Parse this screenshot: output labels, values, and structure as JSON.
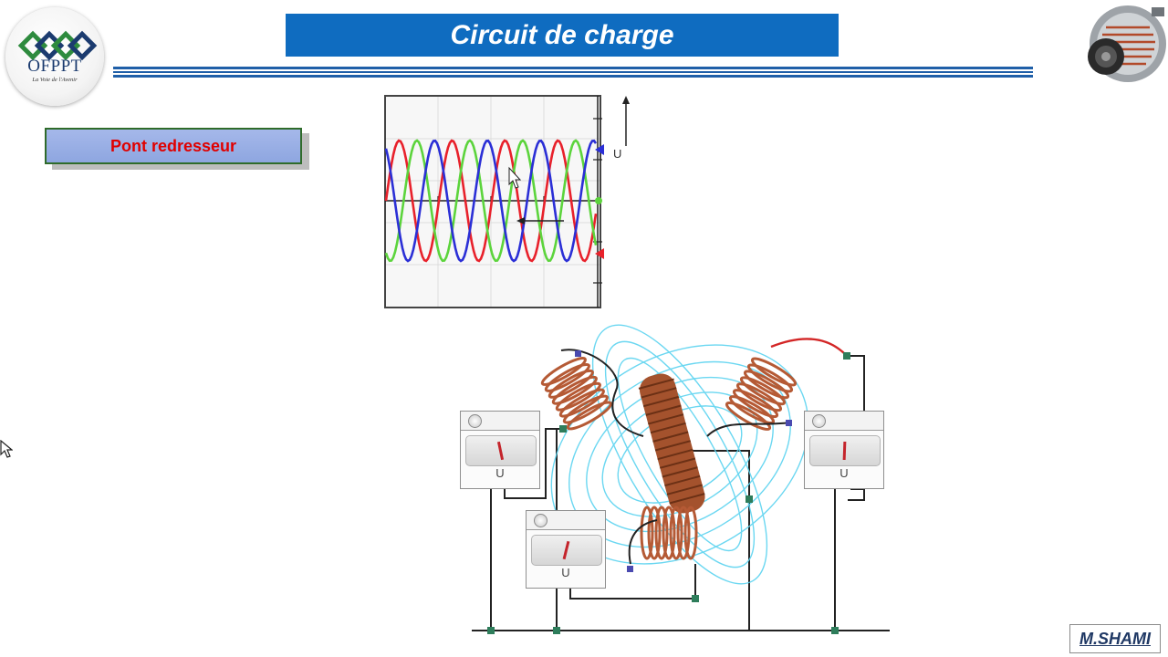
{
  "header": {
    "title": "Circuit de charge",
    "logo_text": "OFPPT",
    "logo_motto": "La Voie de l'Avenir"
  },
  "sidebar": {
    "section_label": "Pont redresseur"
  },
  "oscilloscope": {
    "axis_label": "U",
    "traces": [
      "blue",
      "red",
      "green"
    ]
  },
  "voltmeters": [
    {
      "label": "U"
    },
    {
      "label": "U"
    },
    {
      "label": "U"
    }
  ],
  "footer": {
    "author": "M.SHAMI"
  },
  "colors": {
    "title_bar": "#0f6cc0",
    "section_text": "#e00000",
    "section_bg": "#9fb4e8",
    "trace_red": "#e8212b",
    "trace_green": "#5cd43c",
    "trace_blue": "#2b2fd6"
  }
}
